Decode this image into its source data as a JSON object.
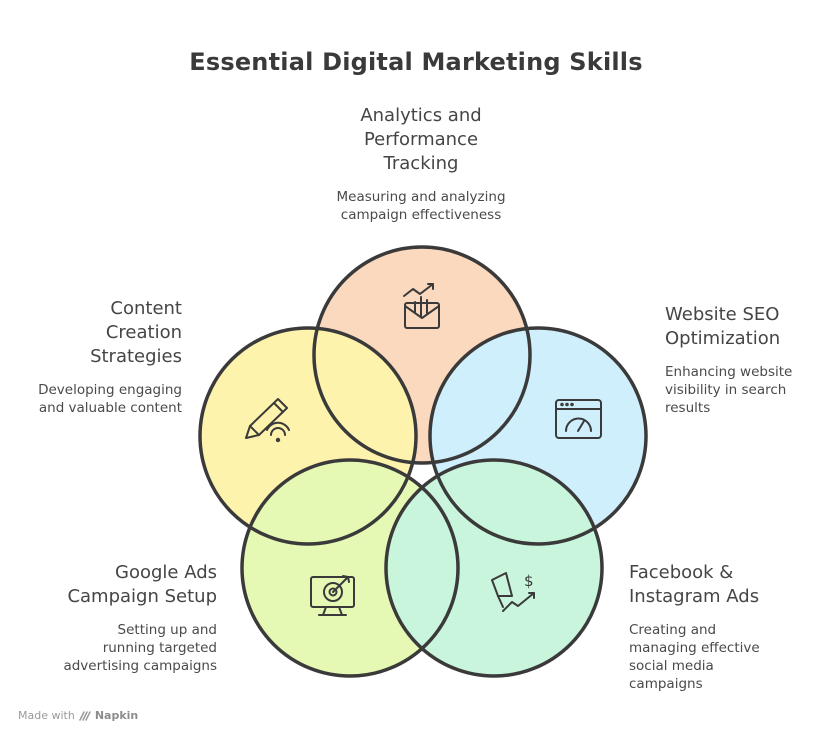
{
  "title": "Essential Digital Marketing Skills",
  "colors": {
    "analytics": "#fbd9bf",
    "seo": "#cfeffc",
    "facebook": "#c9f5dc",
    "google": "#e6f9b4",
    "content": "#fdf3ad",
    "outline": "#3a3a3a"
  },
  "skills": {
    "analytics": {
      "title": "Analytics and\nPerformance\nTracking",
      "desc": "Measuring and analyzing\ncampaign effectiveness",
      "icon": "chart-envelope-icon"
    },
    "seo": {
      "title": "Website SEO\nOptimization",
      "desc": "Enhancing website\nvisibility in search\nresults",
      "icon": "browser-speedometer-icon"
    },
    "facebook": {
      "title": "Facebook &\nInstagram Ads",
      "desc": "Creating and\nmanaging effective\nsocial media\ncampaigns",
      "icon": "megaphone-growth-icon"
    },
    "google": {
      "title": "Google Ads\nCampaign Setup",
      "desc": "Setting up and\nrunning targeted\nadvertising campaigns",
      "icon": "monitor-target-icon"
    },
    "content": {
      "title": "Content\nCreation\nStrategies",
      "desc": "Developing engaging\nand valuable content",
      "icon": "pencil-broadcast-icon"
    }
  },
  "footer": {
    "made_with": "Made with",
    "brand": "Napkin"
  }
}
